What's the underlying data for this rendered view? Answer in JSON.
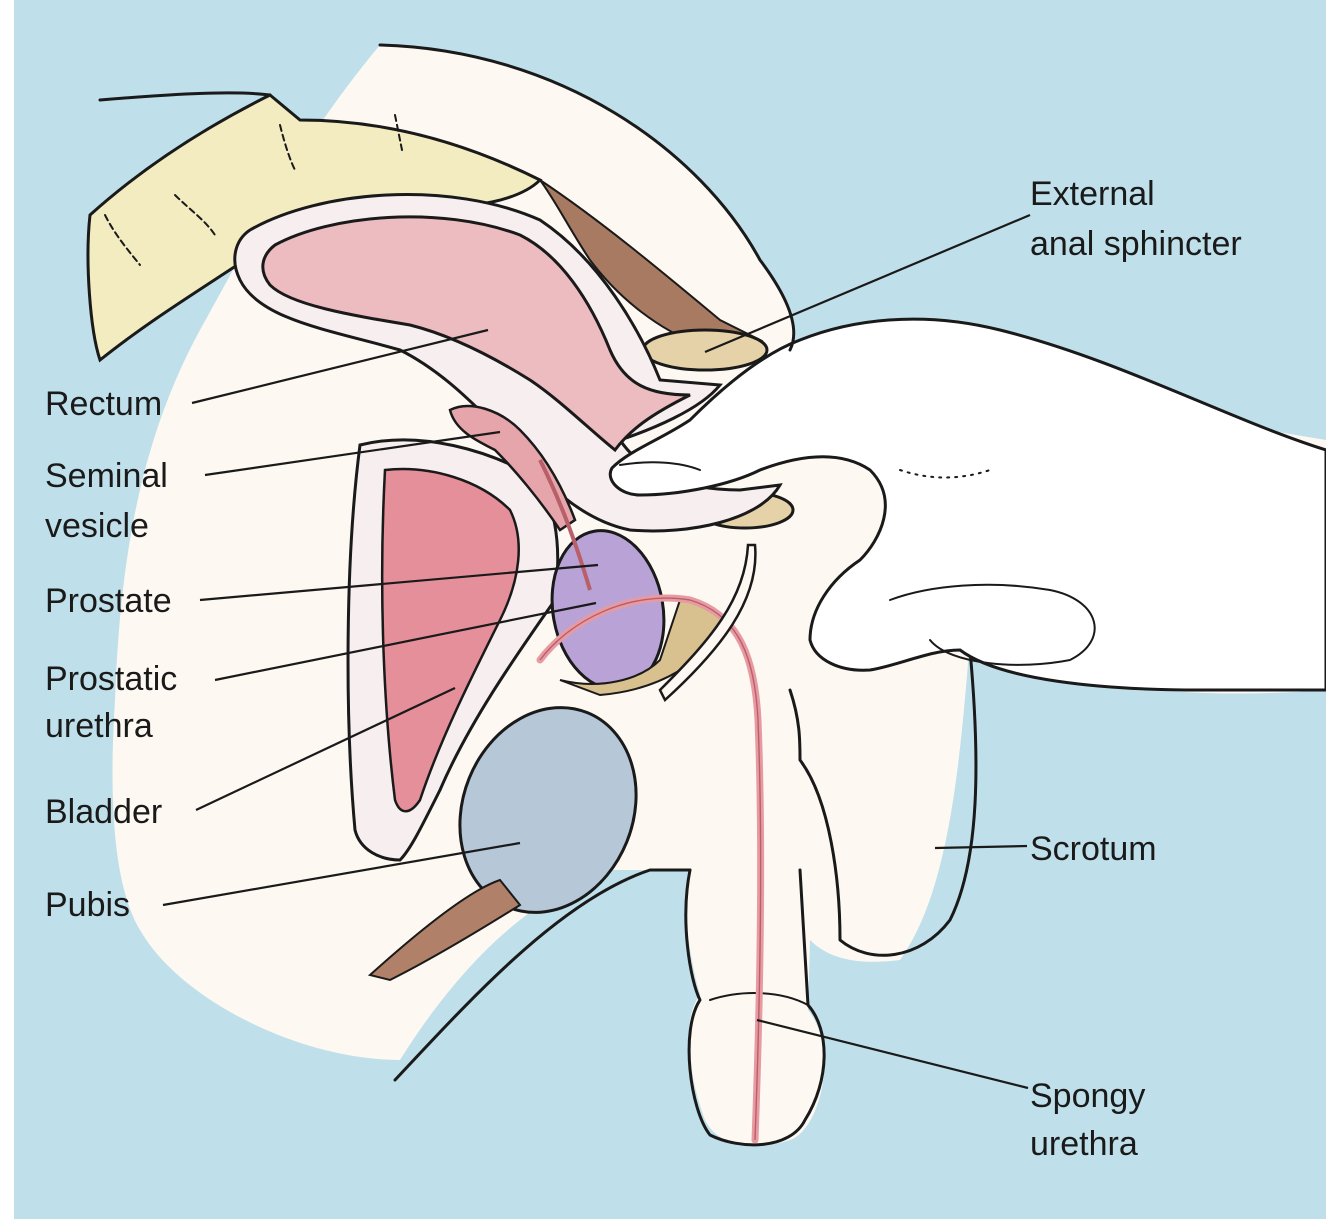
{
  "labels": {
    "external_anal_sphincter": [
      "External",
      "anal sphincter"
    ],
    "rectum": [
      "Rectum"
    ],
    "seminal_vesicle": [
      "Seminal",
      "vesicle"
    ],
    "prostate": [
      "Prostate"
    ],
    "prostatic_urethra": [
      "Prostatic",
      "urethra"
    ],
    "bladder": [
      "Bladder"
    ],
    "pubis": [
      "Pubis"
    ],
    "scrotum": [
      "Scrotum"
    ],
    "spongy_urethra": [
      "Spongy",
      "urethra"
    ]
  },
  "colors": {
    "background": "#bfe0ea",
    "body": "#fdf8f2",
    "rectum": "#ecbcc0",
    "bladder": "#e58f9b",
    "prostate": "#b9a3d6",
    "pubis": "#b6c8d8",
    "spine": "#f3ecc0",
    "muscle": "#a87a62",
    "urethra": "#e89aa2"
  }
}
